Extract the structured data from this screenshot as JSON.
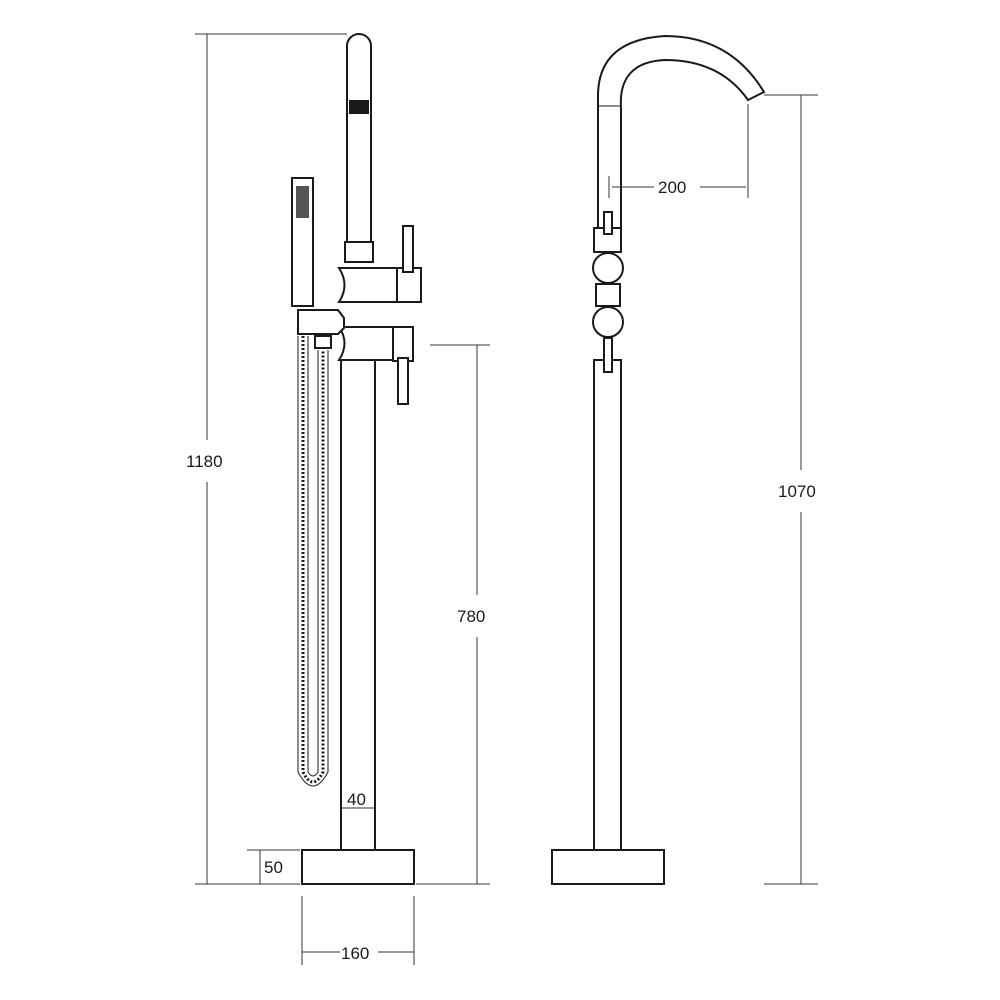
{
  "dimensions": {
    "overall_height": "1180",
    "handle_height": "780",
    "pipe_width": "40",
    "base_height": "50",
    "base_width": "160",
    "spout_reach": "200",
    "spout_height": "1070"
  },
  "colors": {
    "line": "#1a1a1a",
    "background": "#ffffff"
  }
}
